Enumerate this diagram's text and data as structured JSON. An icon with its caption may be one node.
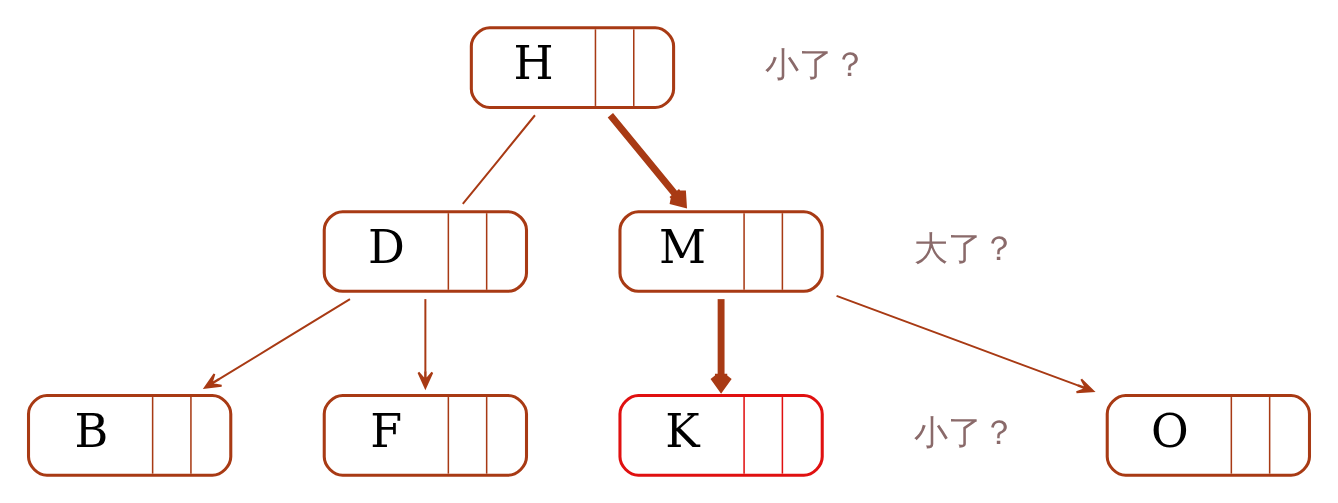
{
  "diagram": {
    "nodes": [
      {
        "text": [
          "H"
        ],
        "beside": [
          "小了？"
        ]
      },
      {
        "text": [
          "D"
        ]
      },
      {
        "text": [
          "M"
        ],
        "beside": [
          "大了？"
        ]
      },
      {
        "text": [
          "B"
        ]
      },
      {
        "text": [
          "F"
        ]
      },
      {
        "text": [
          "K"
        ],
        "beside": [
          "小了？"
        ]
      },
      {
        "text": [
          "O"
        ]
      }
    ],
    "edges": [
      {
        "from": 0,
        "to": 1,
        "arrow": "none"
      },
      {
        "from": 0,
        "to": 2,
        "arrow": "to",
        "style": "thick"
      },
      {
        "from": 1,
        "to": 3,
        "arrow": "to"
      },
      {
        "from": 1,
        "to": 4,
        "arrow": "to"
      },
      {
        "from": 2,
        "to": 5,
        "arrow": "to",
        "style": "thick"
      },
      {
        "from": 2,
        "to": 6,
        "arrow": "to"
      }
    ]
  }
}
